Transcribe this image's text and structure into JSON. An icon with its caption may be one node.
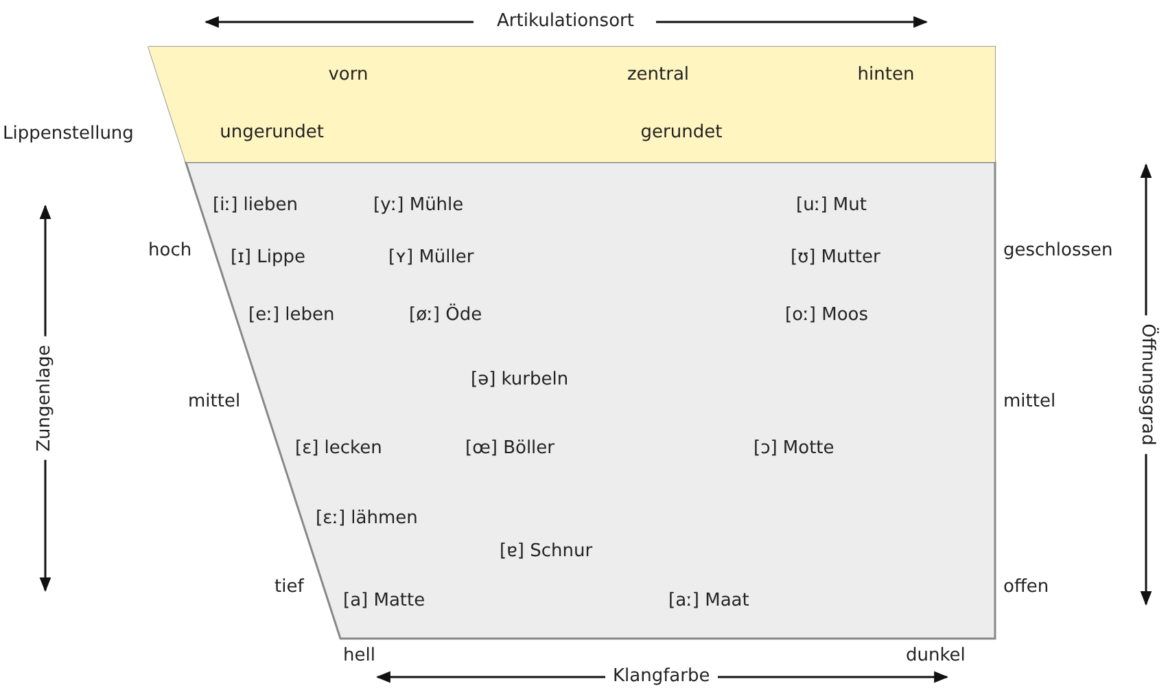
{
  "diagram": {
    "nodes": [
      {
        "text": [
          "vorn"
        ]
      },
      {
        "text": [
          "zentral"
        ]
      },
      {
        "text": [
          "hinten"
        ]
      },
      {
        "text": [
          "ungerundet"
        ]
      },
      {
        "text": [
          "gerundet"
        ]
      }
    ],
    "labels": [
      "Artikulationsort",
      "Lippenstellung",
      "[iː] lieben",
      "[yː] Mühle",
      "[uː] Mut",
      "hoch",
      "[ɪ] Lippe",
      "[ʏ] Müller",
      "[ʊ] Mutter",
      "geschlossen",
      "[eː] leben",
      "[øː] Öde",
      "[oː] Moos",
      "Zungenlage",
      "[ə] kurbeln",
      "mittel",
      "mittel",
      "Öffnungsgrad",
      "[ɛ] lecken",
      "[œ] Böller",
      "[ɔ] Motte",
      "[ɛː] lähmen",
      "[ɐ] Schnur",
      "tief",
      "[a] Matte",
      "[aː] Maat",
      "offen",
      "hell",
      "dunkel",
      "Klangfarbe"
    ]
  }
}
